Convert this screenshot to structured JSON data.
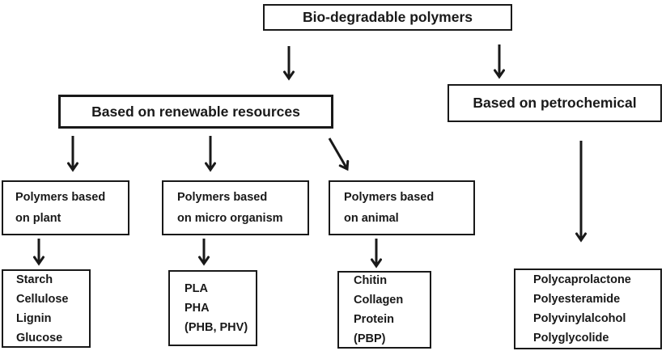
{
  "diagram": {
    "title": "Bio-degradable polymers flowchart",
    "colors": {
      "line": "#191919",
      "text": "#191919",
      "background": "#ffffff"
    },
    "root": {
      "label": "Bio-degradable polymers"
    },
    "level2": {
      "renewable": {
        "label": "Based on renewable resources"
      },
      "petrochemical": {
        "label": "Based on petrochemical"
      }
    },
    "level3": {
      "plant": {
        "lines": [
          "Polymers based",
          "on plant"
        ]
      },
      "micro": {
        "lines": [
          "Polymers based",
          "on micro organism"
        ]
      },
      "animal": {
        "lines": [
          "Polymers based",
          "on animal"
        ]
      }
    },
    "level4": {
      "plant_examples": {
        "lines": [
          "Starch",
          "Cellulose",
          "Lignin",
          "Glucose"
        ]
      },
      "micro_examples": {
        "lines": [
          "PLA",
          "PHA",
          "(PHB, PHV)"
        ]
      },
      "animal_examples": {
        "lines": [
          "Chitin",
          "Collagen",
          "Protein",
          "(PBP)"
        ]
      },
      "petro_examples": {
        "lines": [
          "Polycaprolactone",
          "Polyesteramide",
          "Polyvinylalcohol",
          "Polyglycolide"
        ]
      }
    }
  }
}
